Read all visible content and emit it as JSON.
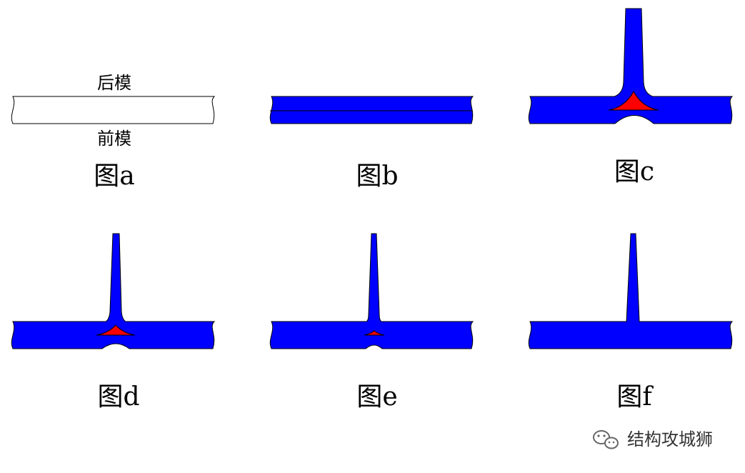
{
  "labels": {
    "back_mold": "后模",
    "front_mold": "前模"
  },
  "figures": [
    {
      "id": "a",
      "caption": "图a"
    },
    {
      "id": "b",
      "caption": "图b"
    },
    {
      "id": "c",
      "caption": "图c"
    },
    {
      "id": "d",
      "caption": "图d"
    },
    {
      "id": "e",
      "caption": "图e"
    },
    {
      "id": "f",
      "caption": "图f"
    }
  ],
  "watermark": {
    "text": "结构攻城狮",
    "icon": "wechat-icon"
  },
  "colors": {
    "plastic": "#0000ff",
    "void": "#ff0000",
    "outline": "#000000",
    "background": "#ffffff"
  }
}
